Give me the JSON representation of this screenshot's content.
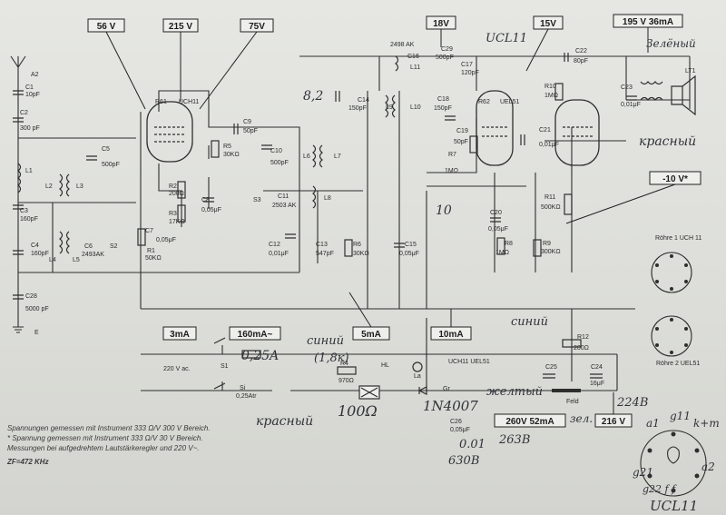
{
  "voltage_boxes": {
    "v56": "56 V",
    "v215": "215 V",
    "v75": "75V",
    "v18": "18V",
    "v15": "15V",
    "v195": "195 V 36mA",
    "vneg10": "-10 V*",
    "i3": "3mA",
    "i160": "160mA~",
    "i5": "5mA",
    "i10": "10mA",
    "v260": "260V 52mA",
    "v216": "216 V"
  },
  "handwritten": {
    "ucl11_top": "UCL11",
    "green": "Зелёный",
    "red_right": "красный",
    "blue_mid": "синий",
    "blue_right": "синий",
    "r18k": "(1,8к)",
    "fuse_025": "0,25A",
    "res_100": "100Ω",
    "diode": "1N4007",
    "yellow": "желтый",
    "red_bottom": "красный",
    "c001": "0.01",
    "v630": "630В",
    "v263": "263В",
    "v224": "224В",
    "zel": "зел.",
    "c82": "8,2",
    "c10": "10",
    "ucl11_pins": "UCL11",
    "pin_a1": "a1",
    "pin_g11": "g11",
    "pin_km": "k+m",
    "pin_a2": "a2",
    "pin_g21": "g21",
    "pin_g22": "g22 f f"
  },
  "components": {
    "A2": "A2",
    "C1": "C1",
    "C1v": "10pF",
    "C2": "C2",
    "C2v": "300 pF",
    "L1": "L1",
    "C3": "C3",
    "C3v": "160pF",
    "C4": "C4",
    "C4v": "160pF",
    "L2": "L2",
    "L3": "L3",
    "L4": "L4",
    "L5": "L5",
    "C5": "C5",
    "C5v": "500pF",
    "C6": "C6",
    "C6v": "2493AK",
    "S2": "S2",
    "C28": "C28",
    "C28v": "5000 pF",
    "E": "E",
    "R61": "R61",
    "UCH11": "UCH11",
    "C9": "C9",
    "C9v": "50pF",
    "R5": "R5",
    "R5v": "30KΩ",
    "C10": "C10",
    "C10v": "500pF",
    "R2": "R2",
    "R2v": "200Ω",
    "R3": "R3",
    "R3v": "17KΩ",
    "C8": "C8",
    "C8v": "0,05μF",
    "C7": "C7",
    "C7v": "0,05μF",
    "R1": "R1",
    "R1v": "50KΩ",
    "S3": "S3",
    "C11": "C11",
    "C11v": "2503 AK",
    "L6": "L6",
    "L7": "L7",
    "L8": "L8",
    "C12": "C12",
    "C12v": "0,01μF",
    "C13": "C13",
    "C13v": "547pF",
    "R6": "R6",
    "R6v": "30KΩ",
    "C14": "C14",
    "C14v": "150pF",
    "C16": "C16",
    "L11": "L11",
    "C29": "C29",
    "C29v": "500pF",
    "C17": "C17",
    "C17v": "120pF",
    "A2498": "2498 AK",
    "L9": "L9",
    "L10": "L10",
    "C18": "C18",
    "C18v": "150pF",
    "C19": "C19",
    "C19v": "50pF",
    "R7": "R7",
    "R7v": "1MΩ",
    "C15": "C15",
    "C15v": "0,05μF",
    "R62": "R62",
    "UEL51": "UEL51",
    "C20": "C20",
    "C20v": "0,05μF",
    "R8": "R8",
    "R8v": "1MΩ",
    "R9": "R9",
    "R9v": "300KΩ",
    "C21": "C21",
    "C21v": "0,01μF",
    "R10": "R10",
    "R10v": "1MΩ",
    "C22": "C22",
    "C22v": "80pF",
    "C23": "C23",
    "C23v": "0,01μF",
    "LT1": "LT1",
    "R11": "R11",
    "R11v": "500KΩ",
    "R12": "R12",
    "R12v": "200Ω",
    "C25": "C25",
    "C24": "C24",
    "C24v": "16μF",
    "Feld": "Feld",
    "S1": "S1",
    "Si": "Si",
    "Si_v": "0,25Atr",
    "R4": "R4",
    "R4v": "970Ω",
    "HL": "HL",
    "La": "La",
    "La_v": "UCH11   UEL51",
    "Gr": "Gr",
    "C26": "C26",
    "C26v": "0,05μF",
    "mains": "220 V ac.",
    "roehre1": "Röhre 1 UCH 11",
    "roehre2": "Röhre 2 UEL51"
  },
  "notes": [
    "Spannungen gemessen mit Instrument 333 Ω/V 300 V Bereich.",
    "* Spannung gemessen mit Instrument 333 Ω/V 30 V Bereich.",
    "Messungen bei aufgedrehtem Lautstärkeregler und 220 V~.",
    "ZF=472 KHz"
  ]
}
